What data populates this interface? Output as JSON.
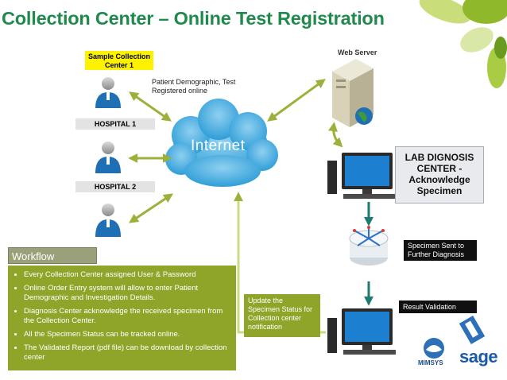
{
  "title": "Collection Center – Online Test Registration",
  "sample_center_label": "Sample Collection Center 1",
  "patient_info_text": "Patient Demographic, Test Registered online",
  "hospital1_label": "HOSPITAL 1",
  "hospital2_label": "HOSPITAL 2",
  "internet_label": "Internet",
  "web_server_label": "Web Server",
  "lab_box_text": "LAB DIGNOSIS CENTER - Acknowledge Specimen",
  "specimen_sent_text": "Specimen Sent to Further Diagnosis",
  "result_validation_text": "Result Validation",
  "update_status_text": "Update the Specimen Status for Collection center notification",
  "workflow": {
    "heading": "Workflow",
    "items": [
      "Every Collection Center assigned User & Password",
      "Online Order Entry system will allow to enter Patient Demographic  and Investigation Details.",
      "Diagnosis Center acknowledge the received specimen from the  Collection Center.",
      "All the Specimen Status can be tracked online.",
      "The Validated Report (pdf file) can be download by collection center"
    ]
  },
  "logos": {
    "mimsys": "MIMSYS",
    "sage": "sage"
  },
  "colors": {
    "title_green": "#1f8a4c",
    "workflow_green": "#8fa52a",
    "arrow_green": "#9cb13a",
    "arrow_teal": "#1e7a6e",
    "yellow": "#fff200"
  },
  "icons": [
    "person-icon",
    "cloud-icon",
    "web-server-icon",
    "globe-icon",
    "computer-icon",
    "centrifuge-icon",
    "arrow-icon"
  ]
}
